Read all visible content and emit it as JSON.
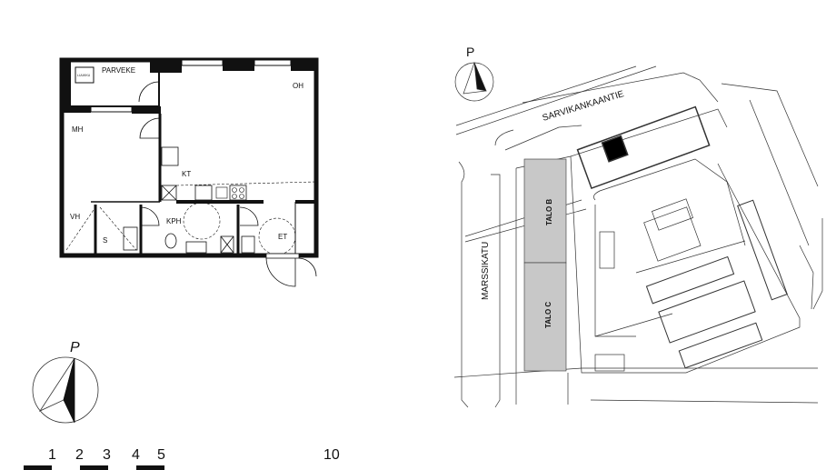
{
  "floor_plan": {
    "rooms": {
      "balcony": "PARVEKE",
      "storage_box": "LUUKKU",
      "living_room": "OH",
      "bedroom": "MH",
      "kitchen": "KT",
      "wardrobe": "VH",
      "sauna": "S",
      "bathroom": "KPH",
      "entrance": "ET"
    },
    "compass_label": "P"
  },
  "site_plan": {
    "compass_label": "P",
    "streets": {
      "north": "SARVIKANKAANTIE",
      "west": "MARSSIKATU"
    },
    "buildings": {
      "talo_b": "TALO B",
      "talo_c": "TALO C"
    },
    "colors": {
      "neighbor_buildings": "#c8c8c8",
      "highlight_apartment": "#000000"
    }
  },
  "scale_bar": {
    "ticks": [
      "1",
      "2",
      "3",
      "4",
      "5",
      "10"
    ]
  }
}
